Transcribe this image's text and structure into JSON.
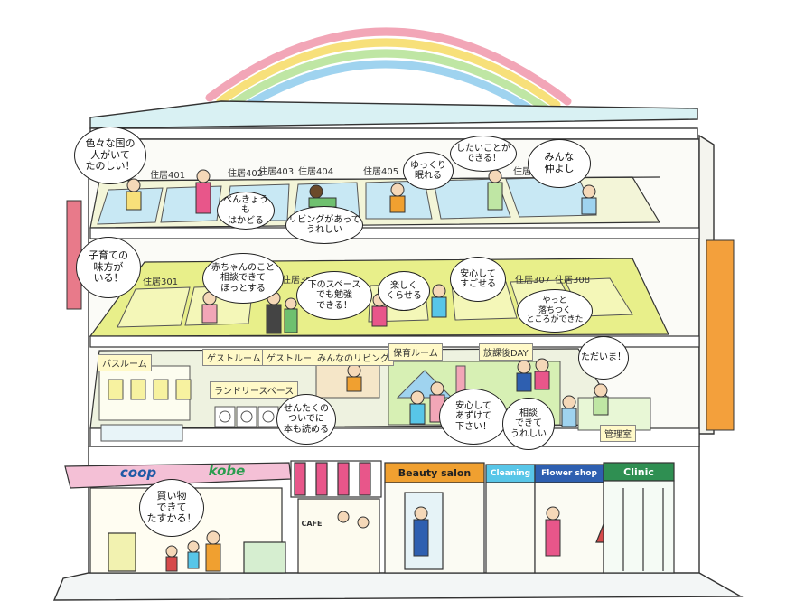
{
  "colors": {
    "rainbow": [
      "#f2a6b7",
      "#f7e07a",
      "#bfe6a4",
      "#9fd3ef"
    ],
    "floor_yellow": "#e8ef8a",
    "floor_green": "#cfe9a8",
    "coop_blue": "#1f5aa6",
    "kobe_green": "#2a9d4f",
    "awning_pink": "#e8568a",
    "beauty_orange": "#f0a030",
    "cleaning_cyan": "#58c6e8",
    "flower_blue": "#2e5fb0",
    "clinic_green": "#2f8f52",
    "banner_orange": "#f3a03c"
  },
  "floor4": {
    "units": [
      "住居401",
      "住居402",
      "住居403",
      "住居404",
      "住居405",
      "住居40"
    ]
  },
  "floor3": {
    "units": [
      "住居301",
      "住居30",
      "住居307",
      "住居308"
    ]
  },
  "floor2": {
    "rooms": [
      "バスルーム",
      "ゲストルーム",
      "ゲストルーム",
      "ランドリースペース",
      "みんなのリビング",
      "保育ルーム",
      "放課後DAY",
      "管理室"
    ]
  },
  "ground": {
    "shops": {
      "coop": "coop",
      "kobe": "kobe",
      "cafe": "CAFE",
      "beauty": "Beauty salon",
      "cleaning": "Cleaning",
      "flower": "Flower shop",
      "clinic": "Clinic"
    }
  },
  "bubbles": {
    "b1": "色々な国の\n人がいて\nたのしい！",
    "b2": "べんきょうも\nはかどる",
    "b3": "リビングがあって\nうれしい",
    "b4": "ゆっくり\n眠れる",
    "b5": "したいことが\nできる！",
    "b6": "みんな\n仲よし",
    "b7": "子育ての\n味方が\nいる！",
    "b8": "赤ちゃんのこと\n相談できて\nほっとする",
    "b9": "下のスペース\nでも勉強\nできる！",
    "b10": "楽しく\nくらせる",
    "b11": "安心して\nすごせる",
    "b12": "やっと\n落ちつく\nところができた",
    "b13": "ただいま！",
    "b14": "せんたくの\nついでに\n本も読める",
    "b15": "安心して\nあずけて\n下さい！",
    "b16": "相談\nできて\nうれしい",
    "b17": "買い物\nできて\nたすかる！"
  }
}
